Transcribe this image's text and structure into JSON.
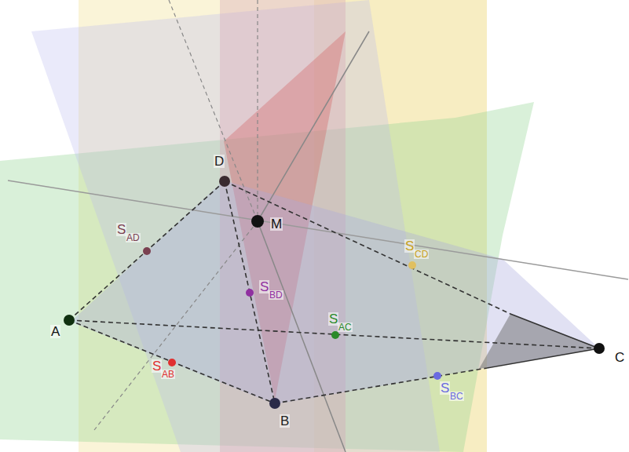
{
  "diagram": {
    "labels": [
      "D",
      "M",
      "S",
      "AD",
      "S",
      "CD",
      "S",
      "BD",
      "A",
      "S",
      "AC",
      "S",
      "AB",
      "B",
      "S",
      "BC",
      "C"
    ]
  }
}
